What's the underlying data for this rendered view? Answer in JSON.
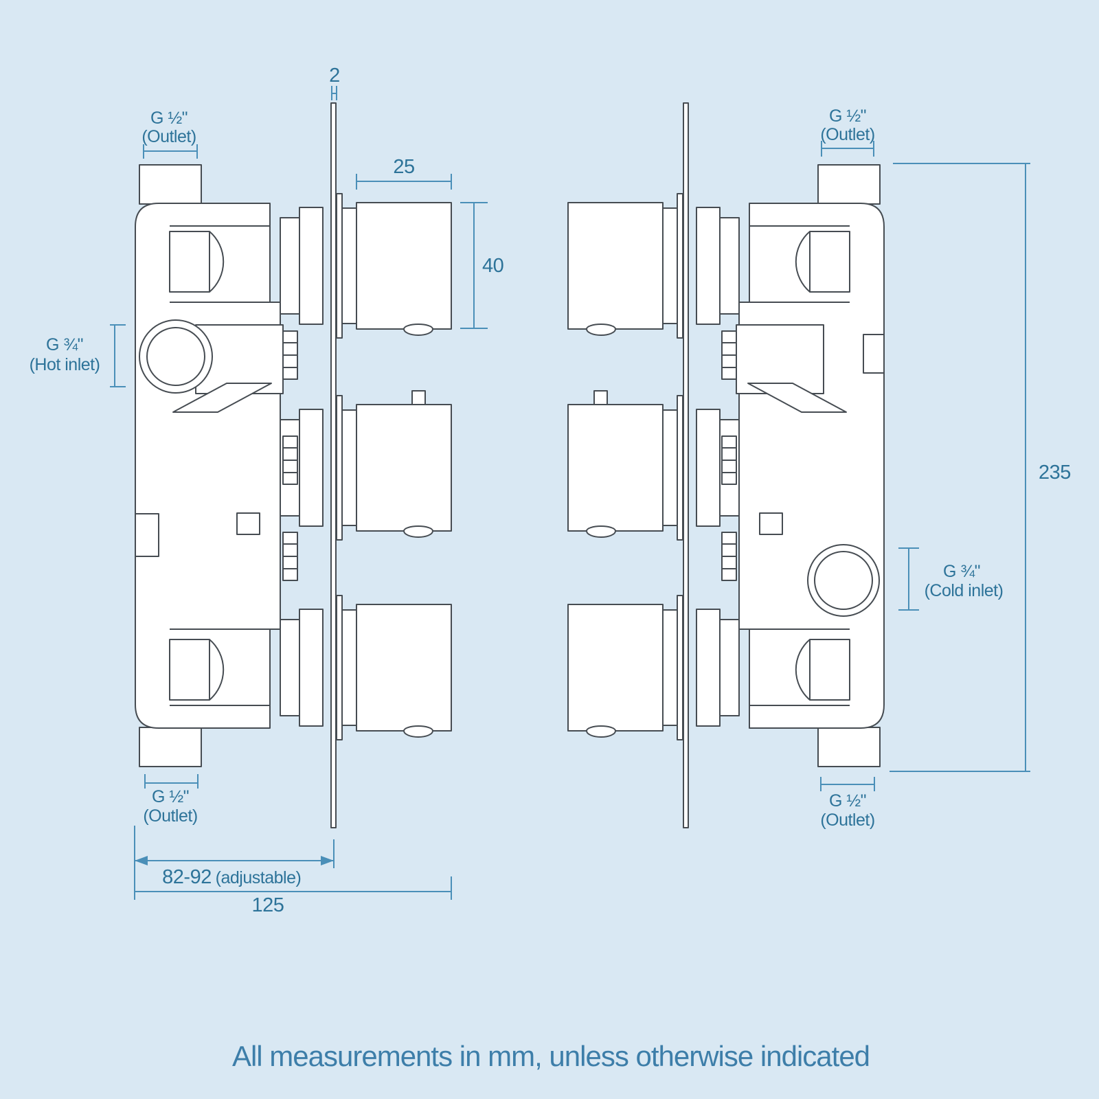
{
  "note": "All measurements in mm, unless otherwise indicated",
  "colors": {
    "bg": "#d9e8f3",
    "line": "#464c52",
    "dimline": "#4a8fb8",
    "dimtext": "#2d7399",
    "notetext": "#3d7ea9"
  },
  "dims": {
    "plate_thickness": "2",
    "knob_width": "25",
    "knob_height": "40",
    "overall_height": "235",
    "depth_adjustable": "82-92",
    "depth_adjustable_note": "(adjustable)",
    "overall_width": "125"
  },
  "labels": {
    "outlet_top_left": [
      "G ½\"",
      "(Outlet)"
    ],
    "hot_inlet": [
      "G ¾\"",
      "(Hot inlet)"
    ],
    "outlet_bottom_left": [
      "G ½\"",
      "(Outlet)"
    ],
    "outlet_top_right": [
      "G ½\"",
      "(Outlet)"
    ],
    "cold_inlet": [
      "G ¾\"",
      "(Cold inlet)"
    ],
    "outlet_bottom_right": [
      "G ½\"",
      "(Outlet)"
    ]
  }
}
